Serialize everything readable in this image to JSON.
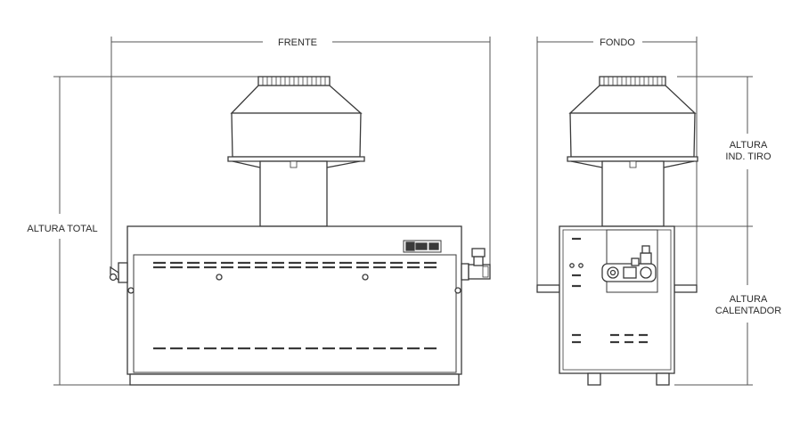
{
  "labels": {
    "front": "FRENTE",
    "back": "FONDO",
    "total_height": "ALTURA TOTAL",
    "draft_height_line1": "ALTURA",
    "draft_height_line2": "IND. TIRO",
    "heater_height_line1": "ALTURA",
    "heater_height_line2": "CALENTADOR"
  },
  "colors": {
    "line": "#3a3a3a",
    "dimension": "#555555",
    "fill": "#ffffff",
    "background": "#ffffff"
  }
}
